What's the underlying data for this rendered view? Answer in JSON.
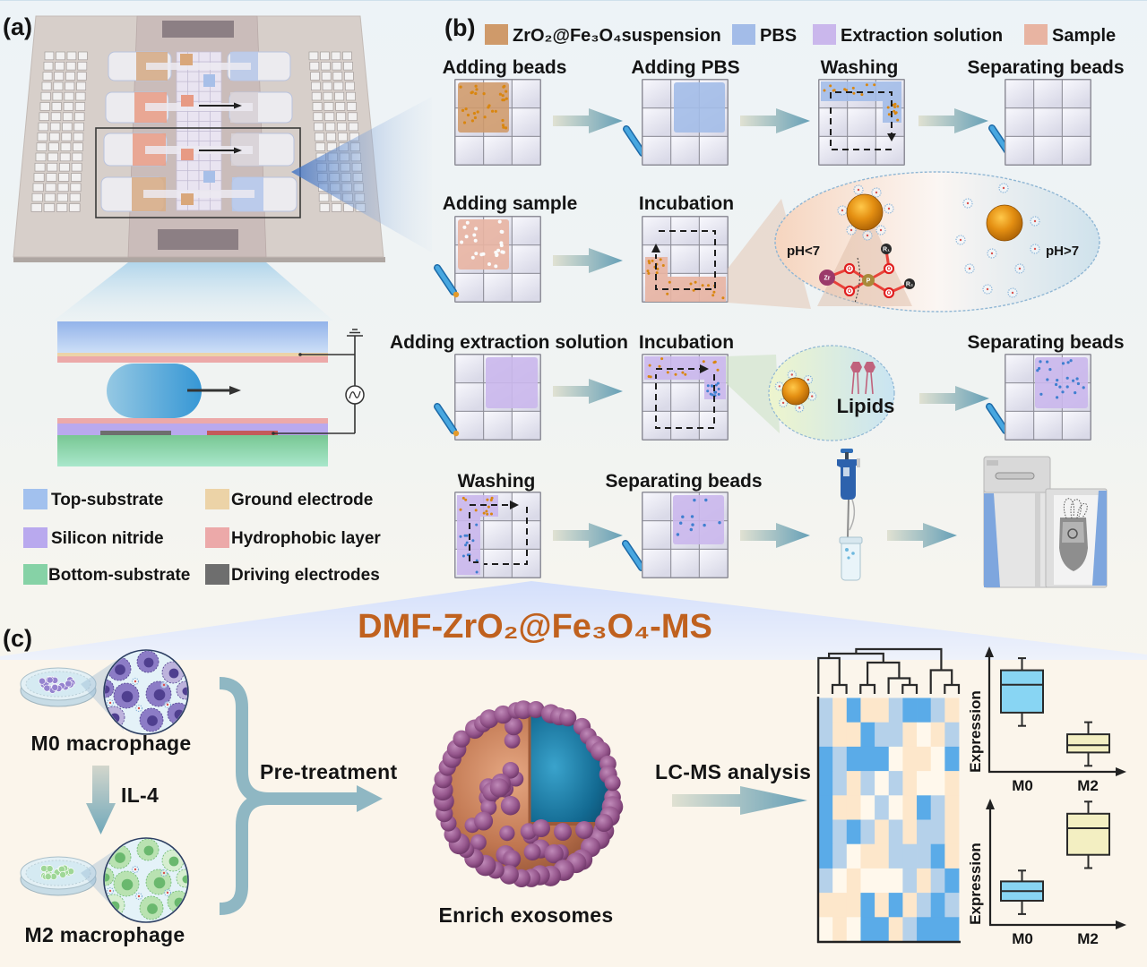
{
  "panel_a": {
    "label": "(a)",
    "legend": [
      {
        "label": "Top-substrate",
        "color": "#a2c1ee"
      },
      {
        "label": "Ground electrode",
        "color": "#ecd3a7"
      },
      {
        "label": "Silicon nitride",
        "color": "#b9a9ee"
      },
      {
        "label": "Hydrophobic layer",
        "color": "#eca9a9"
      },
      {
        "label": "Bottom-substrate",
        "color": "#86d2a6"
      },
      {
        "label": "Driving electrodes",
        "color": "#6e6e6e"
      }
    ]
  },
  "panel_b": {
    "label": "(b)",
    "legend": [
      {
        "label": "ZrO₂@Fe₃O₄suspension",
        "color": "#cf9a6a"
      },
      {
        "label": "PBS",
        "color": "#a3bce8"
      },
      {
        "label": "Extraction solution",
        "color": "#cab7ec"
      },
      {
        "label": "Sample",
        "color": "#e8b4a2"
      }
    ],
    "steps": [
      {
        "label": "Adding beads"
      },
      {
        "label": "Adding PBS"
      },
      {
        "label": "Washing"
      },
      {
        "label": "Separating beads"
      },
      {
        "label": "Adding sample"
      },
      {
        "label": "Incubation"
      },
      {
        "label": "Adding extraction solution"
      },
      {
        "label": "Incubation"
      },
      {
        "label": "Separating beads"
      },
      {
        "label": "Washing"
      },
      {
        "label": "Separating beads"
      }
    ],
    "binding_inset": {
      "acidic_label": "pH<7",
      "basic_label": "pH>7",
      "atoms": {
        "zr": "Zr",
        "p": "P",
        "o": "O",
        "r1": "R₁",
        "r2": "R₂"
      }
    },
    "release_inset": {
      "label": "Lipids"
    }
  },
  "method_title": "DMF-ZrO₂@Fe₃O₄-MS",
  "panel_c": {
    "label": "(c)",
    "m0_label": "M0 macrophage",
    "m2_label": "M2 macrophage",
    "stimulus_label": "IL-4",
    "pretreatment_label": "Pre-treatment",
    "exosome_label": "Enrich exosomes",
    "analysis_label": "LC-MS analysis"
  },
  "chart_data": [
    {
      "type": "heatmap",
      "title": "",
      "rows": 10,
      "cols": 10,
      "values": [
        [
          -1,
          1,
          -2,
          1,
          1,
          -1,
          -2,
          -2,
          -1,
          1
        ],
        [
          -1,
          1,
          1,
          -2,
          -1,
          -1,
          1,
          0,
          1,
          -1
        ],
        [
          -2,
          -1,
          -2,
          -2,
          -2,
          0,
          1,
          1,
          0,
          -2
        ],
        [
          -2,
          -1,
          1,
          -1,
          0,
          -1,
          1,
          0,
          0,
          1
        ],
        [
          -2,
          1,
          1,
          0,
          -1,
          0,
          1,
          -2,
          -1,
          1
        ],
        [
          -2,
          -1,
          -2,
          -1,
          1,
          -1,
          1,
          -1,
          -1,
          1
        ],
        [
          -2,
          -1,
          0,
          1,
          1,
          -1,
          -1,
          -1,
          -2,
          1
        ],
        [
          -1,
          0,
          1,
          0,
          0,
          0,
          -1,
          1,
          -1,
          -2
        ],
        [
          1,
          1,
          1,
          -2,
          1,
          -2,
          1,
          -1,
          -2,
          -1
        ],
        [
          0,
          1,
          0,
          -2,
          -2,
          1,
          -1,
          -2,
          -2,
          -2
        ]
      ],
      "value_levels": {
        "-2": "#5aabe8",
        "-1": "#b5d1ea",
        "0": "#fff8ec",
        "1": "#fde7cb"
      },
      "dendrogram": {
        "leaf_count": 11,
        "merges": [
          [
            1,
            2,
            0.2
          ],
          [
            0,
            11,
            0.8
          ],
          [
            3,
            4,
            0.2
          ],
          [
            6,
            7,
            0.2
          ],
          [
            5,
            14,
            0.35
          ],
          [
            13,
            15,
            0.7
          ],
          [
            12,
            16,
            0.9
          ],
          [
            9,
            10,
            0.2
          ],
          [
            8,
            18,
            0.53
          ],
          [
            17,
            19,
            1.0
          ]
        ]
      }
    },
    {
      "type": "box",
      "title": "",
      "xlabel": "",
      "ylabel": "Expression",
      "categories": [
        "M0",
        "M2"
      ],
      "ylim": [
        0,
        10
      ],
      "series": [
        {
          "name": "M0",
          "color": "#88d5f3",
          "min": 3.8,
          "q1": 4.9,
          "median": 7.2,
          "q3": 8.4,
          "max": 9.4
        },
        {
          "name": "M2",
          "color": "#f3efc2",
          "min": 0.5,
          "q1": 1.6,
          "median": 2.2,
          "q3": 3.1,
          "max": 4.1
        }
      ]
    },
    {
      "type": "box",
      "title": "",
      "xlabel": "",
      "ylabel": "Expression",
      "categories": [
        "M0",
        "M2"
      ],
      "ylim": [
        0,
        10
      ],
      "series": [
        {
          "name": "M0",
          "color": "#88d5f3",
          "min": 0.9,
          "q1": 2.0,
          "median": 2.8,
          "q3": 3.6,
          "max": 4.5
        },
        {
          "name": "M2",
          "color": "#f3efc2",
          "min": 4.7,
          "q1": 5.8,
          "median": 8.0,
          "q3": 9.2,
          "max": 10.2
        }
      ]
    }
  ]
}
